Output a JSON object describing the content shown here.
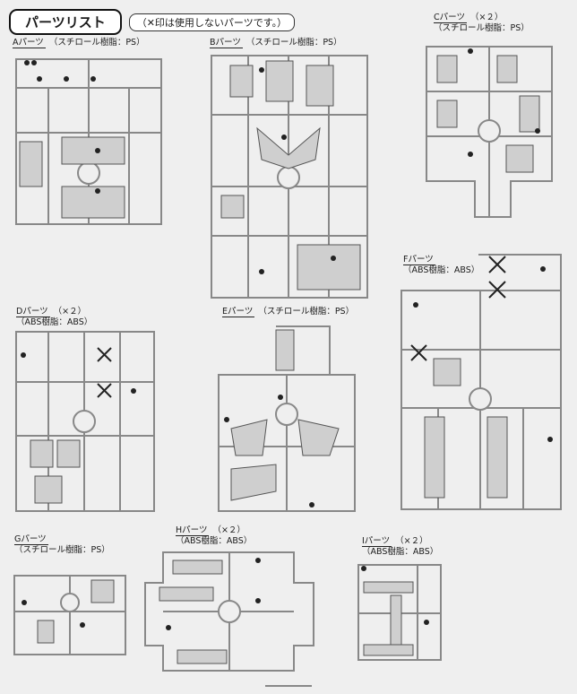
{
  "header": {
    "title": "パーツリスト",
    "note": "（✕印は使用しないパーツです。）"
  },
  "runners": [
    {
      "id": "A",
      "name": "Aパーツ",
      "count": "",
      "material": "（スチロール樹脂：PS）"
    },
    {
      "id": "B",
      "name": "Bパーツ",
      "count": "",
      "material": "（スチロール樹脂：PS）"
    },
    {
      "id": "C",
      "name": "Cパーツ",
      "count": "（×２）",
      "material": "（スチロール樹脂：PS）"
    },
    {
      "id": "D",
      "name": "Dパーツ",
      "count": "（×２）",
      "material": "（ABS樹脂：ABS）"
    },
    {
      "id": "E",
      "name": "Eパーツ",
      "count": "",
      "material": "（スチロール樹脂：PS）"
    },
    {
      "id": "F",
      "name": "Fパーツ",
      "count": "",
      "material": "（ABS樹脂：ABS）"
    },
    {
      "id": "G",
      "name": "Gパーツ",
      "count": "",
      "material": "（スチロール樹脂：PS）"
    },
    {
      "id": "H",
      "name": "Hパーツ",
      "count": "（×２）",
      "material": "（ABS樹脂：ABS）"
    },
    {
      "id": "I",
      "name": "Iパーツ",
      "count": "（×２）",
      "material": "（ABS樹脂：ABS）"
    }
  ],
  "colors": {
    "frame": "#8a8a8a",
    "part": "#cfcfcf",
    "ink": "#1a1a1a"
  }
}
